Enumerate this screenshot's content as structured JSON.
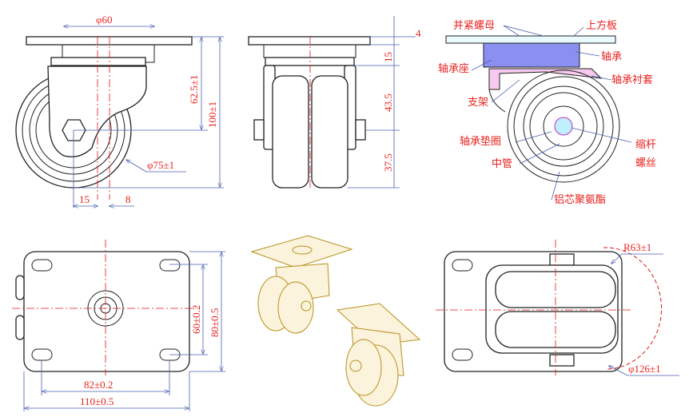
{
  "side_view": {
    "dia_top": "φ60",
    "height_top": "62.5±1",
    "height_total": "100±1",
    "wheel_dia": "φ75±1",
    "offset_a": "15",
    "offset_b": "8"
  },
  "front_view": {
    "plate_thk": "4",
    "swivel_h": "15",
    "bracket_h": "43.5",
    "wheel_h": "37.5"
  },
  "section_view": {
    "labels": {
      "lock_nut": "并紧螺母",
      "top_plate": "上方板",
      "bearing_seat": "轴承座",
      "bearing": "轴承",
      "bearing_bush": "轴承衬套",
      "bracket": "支架",
      "bearing_washer": "轴承垫圈",
      "center_tube": "中管",
      "shrink_bolt_1": "缩杆",
      "shrink_bolt_2": "螺丝",
      "wheel": "铝芯聚氨酯"
    }
  },
  "plan_view": {
    "hole_y": "60±0.2",
    "plate_y": "80±0.5",
    "hole_x": "82±0.2",
    "plate_x": "110±0.5"
  },
  "bottom_view": {
    "radius": "R63±1",
    "swivel_dia": "φ126±1"
  },
  "colors": {
    "dimension": "#4a5fb0",
    "label": "#e8231f",
    "iso": "#b8901c"
  }
}
